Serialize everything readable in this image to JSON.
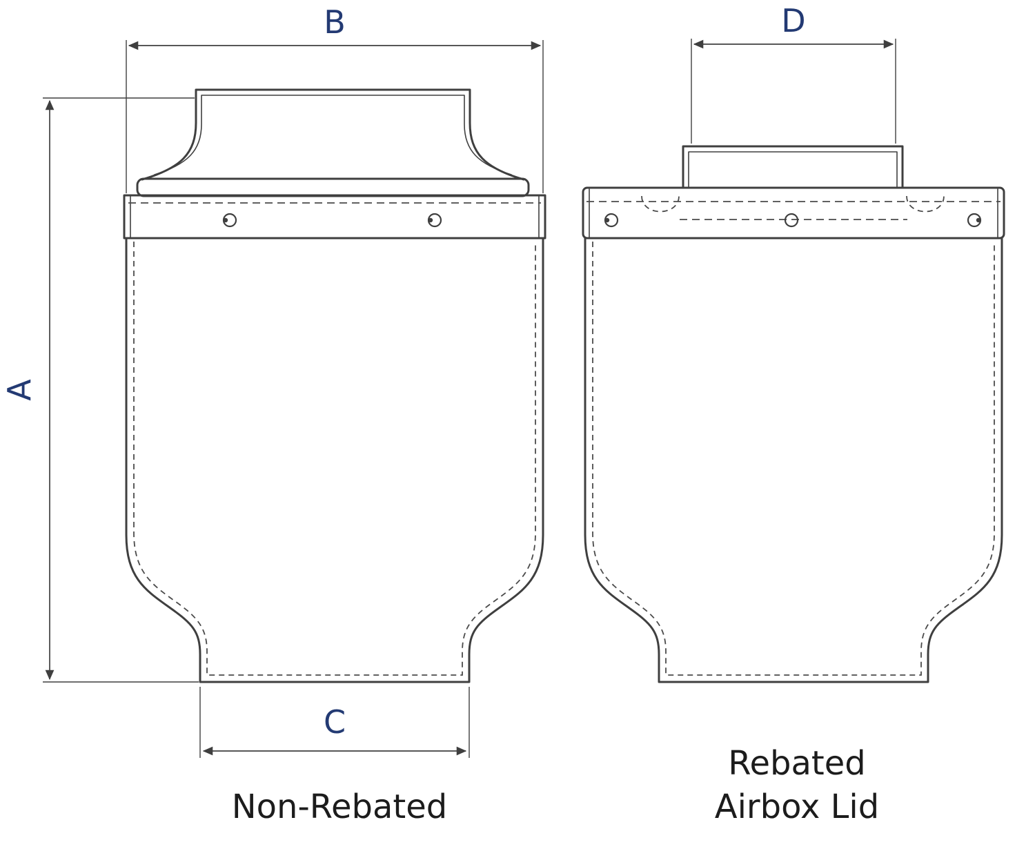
{
  "diagram": {
    "dimensions": {
      "a": "A",
      "b": "B",
      "c": "C",
      "d": "D"
    },
    "captions": {
      "left": "Non-Rebated",
      "right_line1": "Rebated",
      "right_line2": "Airbox Lid"
    },
    "colors": {
      "line": "#3f3f3f",
      "dimension_text": "#233a73",
      "caption_text": "#1c1c1c",
      "background": "#ffffff"
    }
  }
}
